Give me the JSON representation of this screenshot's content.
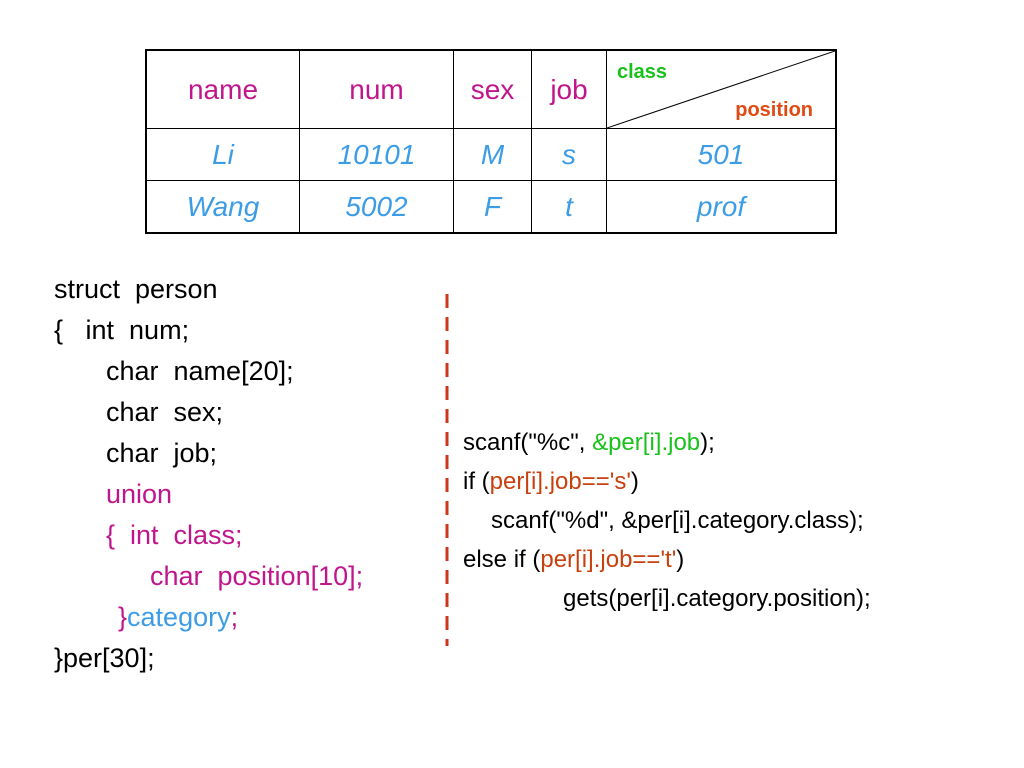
{
  "table": {
    "headers": [
      "name",
      "num",
      "sex",
      "job"
    ],
    "diag_top": "class",
    "diag_bottom": "position",
    "rows": [
      [
        "Li",
        "10101",
        "M",
        "s",
        "501"
      ],
      [
        "Wang",
        "5002",
        "F",
        "t",
        "prof"
      ]
    ]
  },
  "struct_code": {
    "line1": "struct  person",
    "line2": "{   int  num;",
    "line3": "char  name[20];",
    "line4": "char  sex;",
    "line5": "char  job;",
    "line6": "union",
    "line7": "{  int  class;",
    "line8": "char  position[10];",
    "line9_brace": "}",
    "line9_name": "category",
    "line9_semi": ";",
    "line10": "}per[30];"
  },
  "logic_code": {
    "l1a": "scanf(\"%c\", ",
    "l1b": "&per[i].job",
    "l1c": ");",
    "l2a": "if (",
    "l2b": "per[i].job=='s'",
    "l2c": ")",
    "l3": "scanf(\"%d\", &per[i].category.class);",
    "l4a": "else if (",
    "l4b": "per[i].job=='t'",
    "l4c": ")",
    "l5": "gets(per[i].category.position);"
  },
  "colors": {
    "header": "#c0168c",
    "data": "#3d9ce6",
    "class_label": "#19c11b",
    "position_label": "#e04a14",
    "divider": "#d0351f"
  }
}
